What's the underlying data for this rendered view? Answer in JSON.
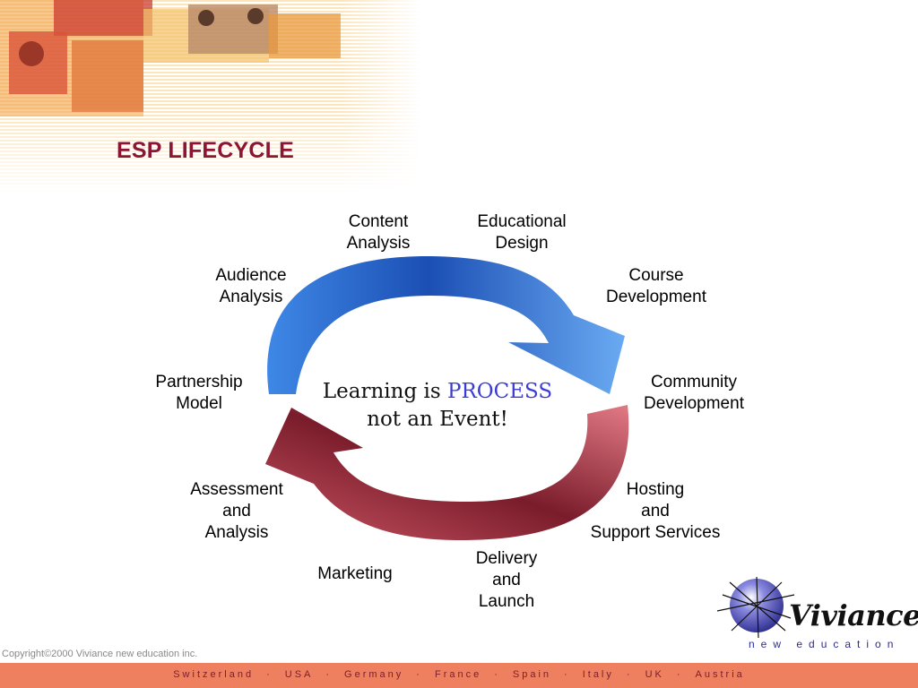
{
  "title": "ESP LIFECYCLE",
  "stages": [
    {
      "id": "content-analysis",
      "text": "Content\nAnalysis"
    },
    {
      "id": "educational-design",
      "text": "Educational\nDesign"
    },
    {
      "id": "audience-analysis",
      "text": "Audience\nAnalysis"
    },
    {
      "id": "course-development",
      "text": "Course\nDevelopment"
    },
    {
      "id": "partnership-model",
      "text": "Partnership\nModel"
    },
    {
      "id": "community-development",
      "text": "Community\nDevelopment"
    },
    {
      "id": "assessment-analysis",
      "text": "Assessment\nand\nAnalysis"
    },
    {
      "id": "hosting-support",
      "text": "Hosting\nand\nSupport Services"
    },
    {
      "id": "marketing",
      "text": "Marketing"
    },
    {
      "id": "delivery-launch",
      "text": "Delivery\nand\nLaunch"
    }
  ],
  "center": {
    "line1_prefix": "Learning is",
    "line1_accent": "PROCESS",
    "line2": "not an Event!"
  },
  "logo": {
    "name": "Viviance",
    "sub": "new education"
  },
  "copyright": "Copyright©2000 Viviance new education inc.",
  "footer": {
    "countries": [
      "Switzerland",
      "USA",
      "Germany",
      "France",
      "Spain",
      "Italy",
      "UK",
      "Austria"
    ],
    "separator": "·"
  },
  "colors": {
    "title": "#8e1433",
    "top_arrow": "#2d6fd8",
    "bottom_arrow": "#b0404f",
    "footer_bar": "#ee7f5f",
    "accent_text": "#3b3bd6"
  }
}
